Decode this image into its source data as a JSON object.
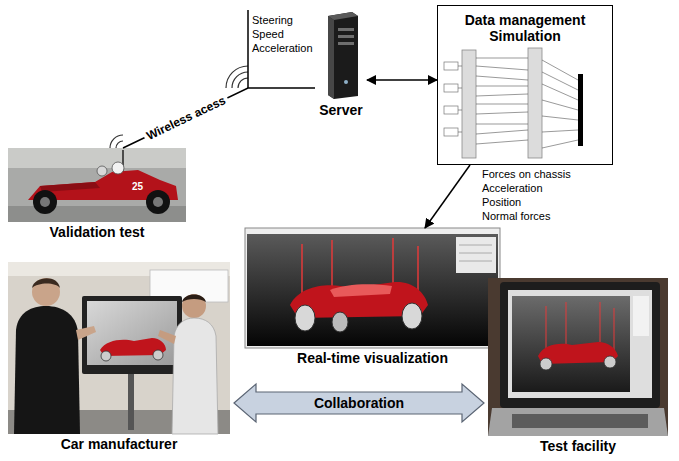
{
  "diagram": {
    "nodes": [
      {
        "text": [
          "Validation test"
        ]
      },
      {
        "text": [
          "Server"
        ]
      },
      {
        "text": [
          "Data management Simulation"
        ]
      },
      {
        "text": [
          "Real-time visualization"
        ]
      },
      {
        "text": [
          "Car manufacturer"
        ]
      },
      {
        "text": [
          "Test facility"
        ]
      }
    ],
    "edges": [
      {
        "from": 0,
        "to": 1,
        "arrow": "none",
        "label": "Wireless acess"
      },
      {
        "from": 1,
        "to": 2,
        "arrow": "both"
      },
      {
        "from": 2,
        "to": 3,
        "arrow": "to"
      },
      {
        "from": 4,
        "to": 5,
        "arrow": "both",
        "label": "Collaboration"
      }
    ],
    "labels": [
      "25",
      "Steering",
      "Speed",
      "Acceleration",
      "Forces on chassis",
      "Acceleration",
      "Position",
      "Normal forces"
    ]
  }
}
